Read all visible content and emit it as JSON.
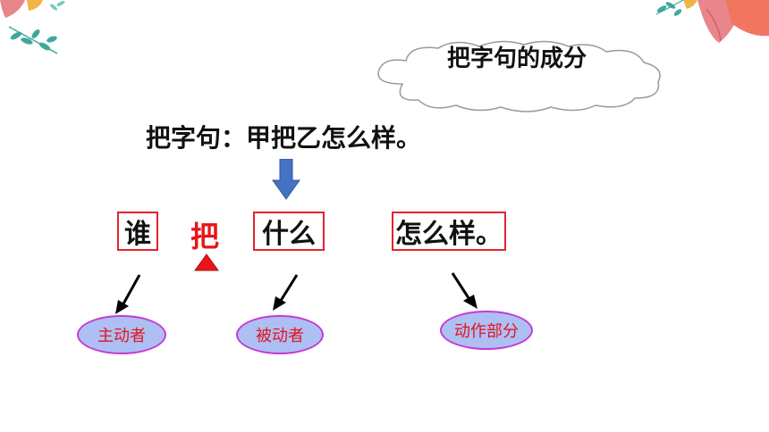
{
  "cloud_label": "把字句的成分",
  "pattern": "把字句：甲把乙怎么样。",
  "boxes": {
    "who": "谁",
    "what": "什么",
    "how": "怎么样。"
  },
  "ba": "把",
  "roles": {
    "agent": "主动者",
    "patient": "被动者",
    "action": "动作部分"
  },
  "colors": {
    "box_border": "#e0242e",
    "ba_text": "#e8141a",
    "pill_fill": "#aebff4",
    "pill_border": "#c43bd3",
    "pill_text": "#e3151c",
    "arrow_blue": "#4472c4",
    "triangle": "#e8141a"
  }
}
